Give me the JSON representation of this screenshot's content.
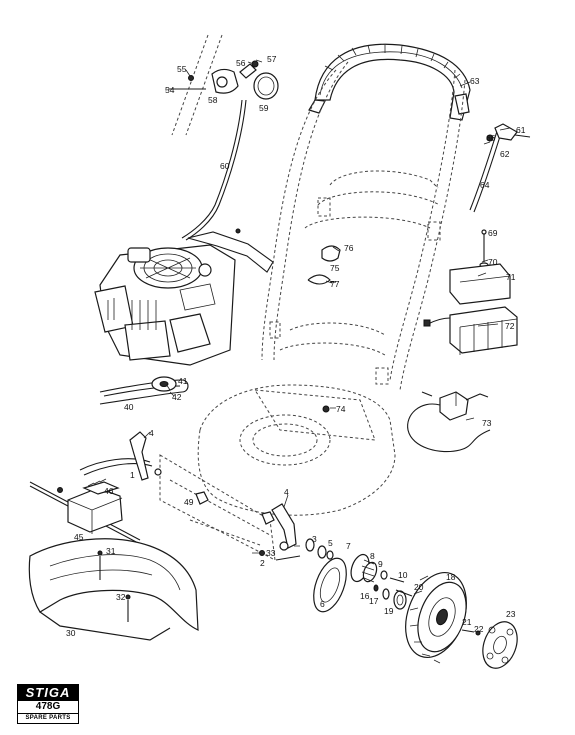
{
  "brand": {
    "name": "STIGA",
    "model": "478G",
    "subtitle": "SPARE PARTS"
  },
  "callouts": [
    {
      "id": "c1",
      "text": "1"
    },
    {
      "id": "c2",
      "text": "2"
    },
    {
      "id": "c3",
      "text": "3"
    },
    {
      "id": "c4a",
      "text": "4"
    },
    {
      "id": "c4b",
      "text": "4"
    },
    {
      "id": "c5",
      "text": "5"
    },
    {
      "id": "c6",
      "text": "6"
    },
    {
      "id": "c7",
      "text": "7"
    },
    {
      "id": "c8",
      "text": "8"
    },
    {
      "id": "c9",
      "text": "9"
    },
    {
      "id": "c10",
      "text": "10"
    },
    {
      "id": "c16",
      "text": "16"
    },
    {
      "id": "c17",
      "text": "17"
    },
    {
      "id": "c18",
      "text": "18"
    },
    {
      "id": "c19",
      "text": "19"
    },
    {
      "id": "c20",
      "text": "20"
    },
    {
      "id": "c21",
      "text": "21"
    },
    {
      "id": "c22",
      "text": "22"
    },
    {
      "id": "c23",
      "text": "23"
    },
    {
      "id": "c30",
      "text": "30"
    },
    {
      "id": "c31",
      "text": "31"
    },
    {
      "id": "c32",
      "text": "32"
    },
    {
      "id": "c33",
      "text": "33"
    },
    {
      "id": "c40",
      "text": "40"
    },
    {
      "id": "c41",
      "text": "41"
    },
    {
      "id": "c42",
      "text": "42"
    },
    {
      "id": "c45",
      "text": "45"
    },
    {
      "id": "c46",
      "text": "46"
    },
    {
      "id": "c49",
      "text": "49"
    },
    {
      "id": "c54",
      "text": "54"
    },
    {
      "id": "c55",
      "text": "55"
    },
    {
      "id": "c56",
      "text": "56"
    },
    {
      "id": "c57",
      "text": "57"
    },
    {
      "id": "c58",
      "text": "58"
    },
    {
      "id": "c59",
      "text": "59"
    },
    {
      "id": "c60",
      "text": "60"
    },
    {
      "id": "c61",
      "text": "61"
    },
    {
      "id": "c62",
      "text": "62"
    },
    {
      "id": "c63",
      "text": "63"
    },
    {
      "id": "c64",
      "text": "64"
    },
    {
      "id": "c66",
      "text": "66"
    },
    {
      "id": "c69",
      "text": "69"
    },
    {
      "id": "c70",
      "text": "70"
    },
    {
      "id": "c71",
      "text": "71"
    },
    {
      "id": "c72",
      "text": "72"
    },
    {
      "id": "c73",
      "text": "73"
    },
    {
      "id": "c74",
      "text": "74"
    },
    {
      "id": "c75",
      "text": "75"
    },
    {
      "id": "c76",
      "text": "76"
    },
    {
      "id": "c77",
      "text": "77"
    }
  ]
}
